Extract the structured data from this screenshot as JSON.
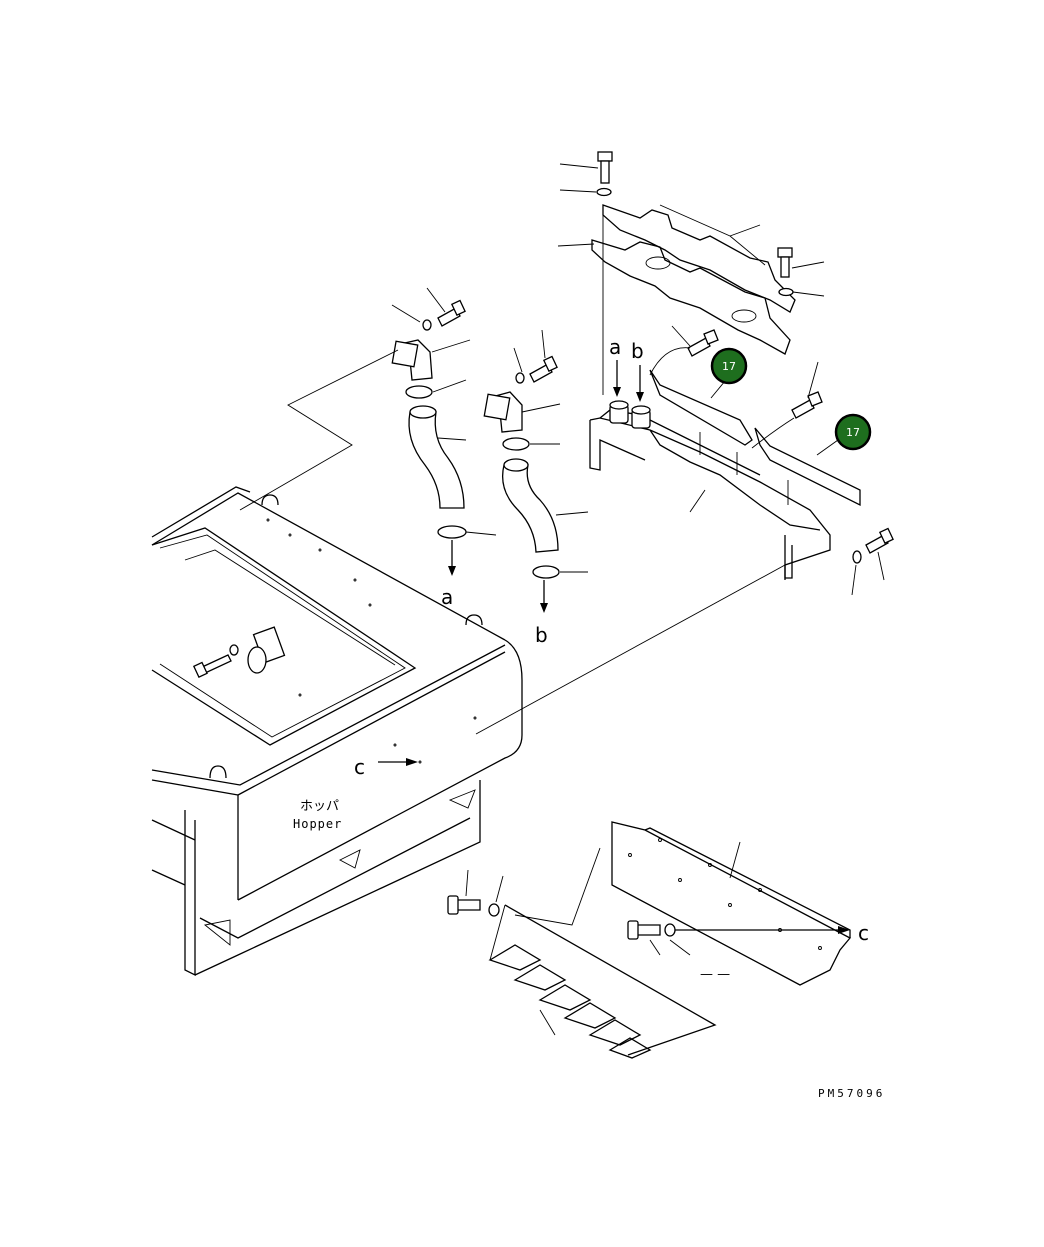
{
  "hopper": {
    "jp_label": "ホッパ",
    "en_label": "Hopper"
  },
  "arrows": {
    "a": "a",
    "b": "b",
    "c": "c"
  },
  "callouts": [
    {
      "number": "17"
    },
    {
      "number": "17"
    }
  ],
  "drawing_code": "PM57096",
  "dash_mark": "— —",
  "colors": {
    "callout_fill": "#1e6e1e",
    "line": "#000000",
    "background": "#ffffff"
  }
}
